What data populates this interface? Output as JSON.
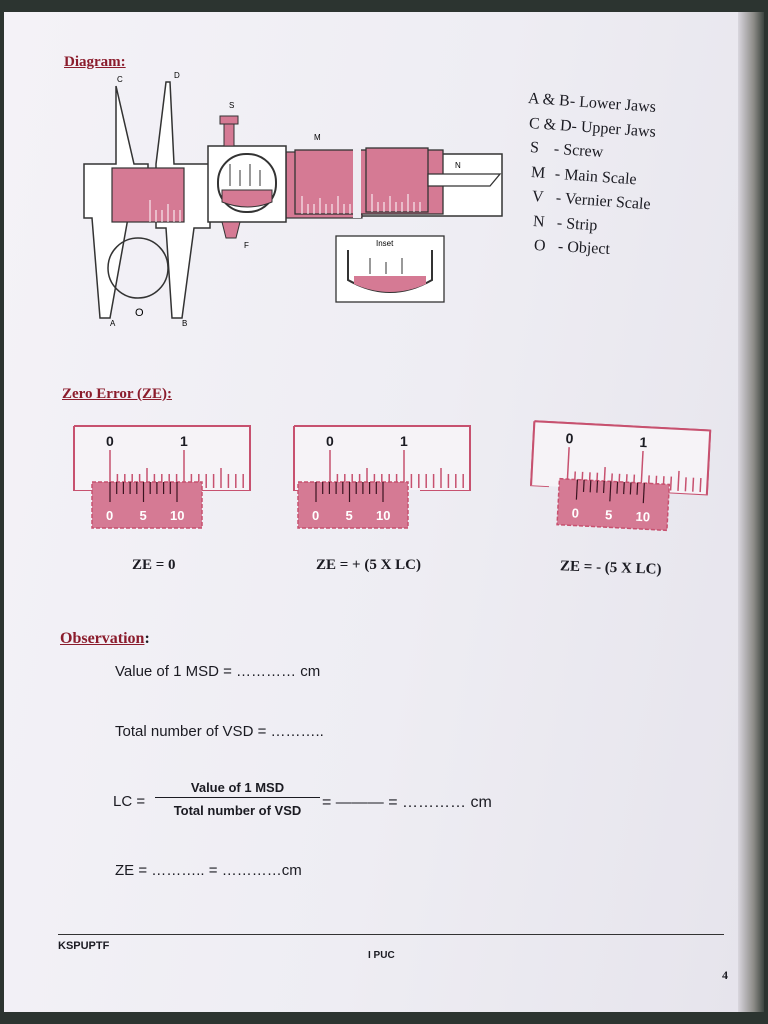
{
  "heading_diagram": "Diagram:",
  "diagram_letters": {
    "C": "C",
    "D": "D",
    "S": "S",
    "M": "M",
    "N": "N",
    "F": "F",
    "A": "A",
    "O": "O",
    "B": "B",
    "inset": "Inset"
  },
  "legend": [
    {
      "key": "A & B",
      "desc": "- Lower Jaws"
    },
    {
      "key": "C & D",
      "desc": "- Upper Jaws"
    },
    {
      "key": "S",
      "desc": "- Screw"
    },
    {
      "key": "M",
      "desc": "- Main Scale"
    },
    {
      "key": "V",
      "desc": "- Vernier Scale"
    },
    {
      "key": "N",
      "desc": "- Strip"
    },
    {
      "key": "O",
      "desc": "- Object"
    }
  ],
  "heading_zero_error": "Zero Error (ZE):",
  "ze_scales": [
    {
      "main_labels": [
        "0",
        "1"
      ],
      "vernier_labels": [
        "0",
        "5",
        "10"
      ],
      "caption": "ZE = 0"
    },
    {
      "main_labels": [
        "0",
        "1"
      ],
      "vernier_labels": [
        "0",
        "5",
        "10"
      ],
      "caption": "ZE = + (5 X LC)"
    },
    {
      "main_labels": [
        "0",
        "1"
      ],
      "vernier_labels": [
        "0",
        "5",
        "10"
      ],
      "caption": "ZE = - (5 X LC)"
    }
  ],
  "heading_observation": "Observation",
  "observation": {
    "msd": "Value of 1 MSD = ………… cm",
    "vsd": "Total number of VSD = ………..",
    "lc_prefix": "LC =",
    "lc_num": "Value of 1 MSD",
    "lc_den": "Total number of VSD",
    "lc_rest": "= ——— = ………… cm",
    "ze": "ZE = ……….. = …………cm"
  },
  "footer": {
    "left": "KSPUPTF",
    "center": "I PUC",
    "page": "4"
  },
  "colors": {
    "accent": "#c7516f",
    "fill": "#d57a94",
    "ink": "#1b1b22",
    "title": "#8b1c2c"
  }
}
